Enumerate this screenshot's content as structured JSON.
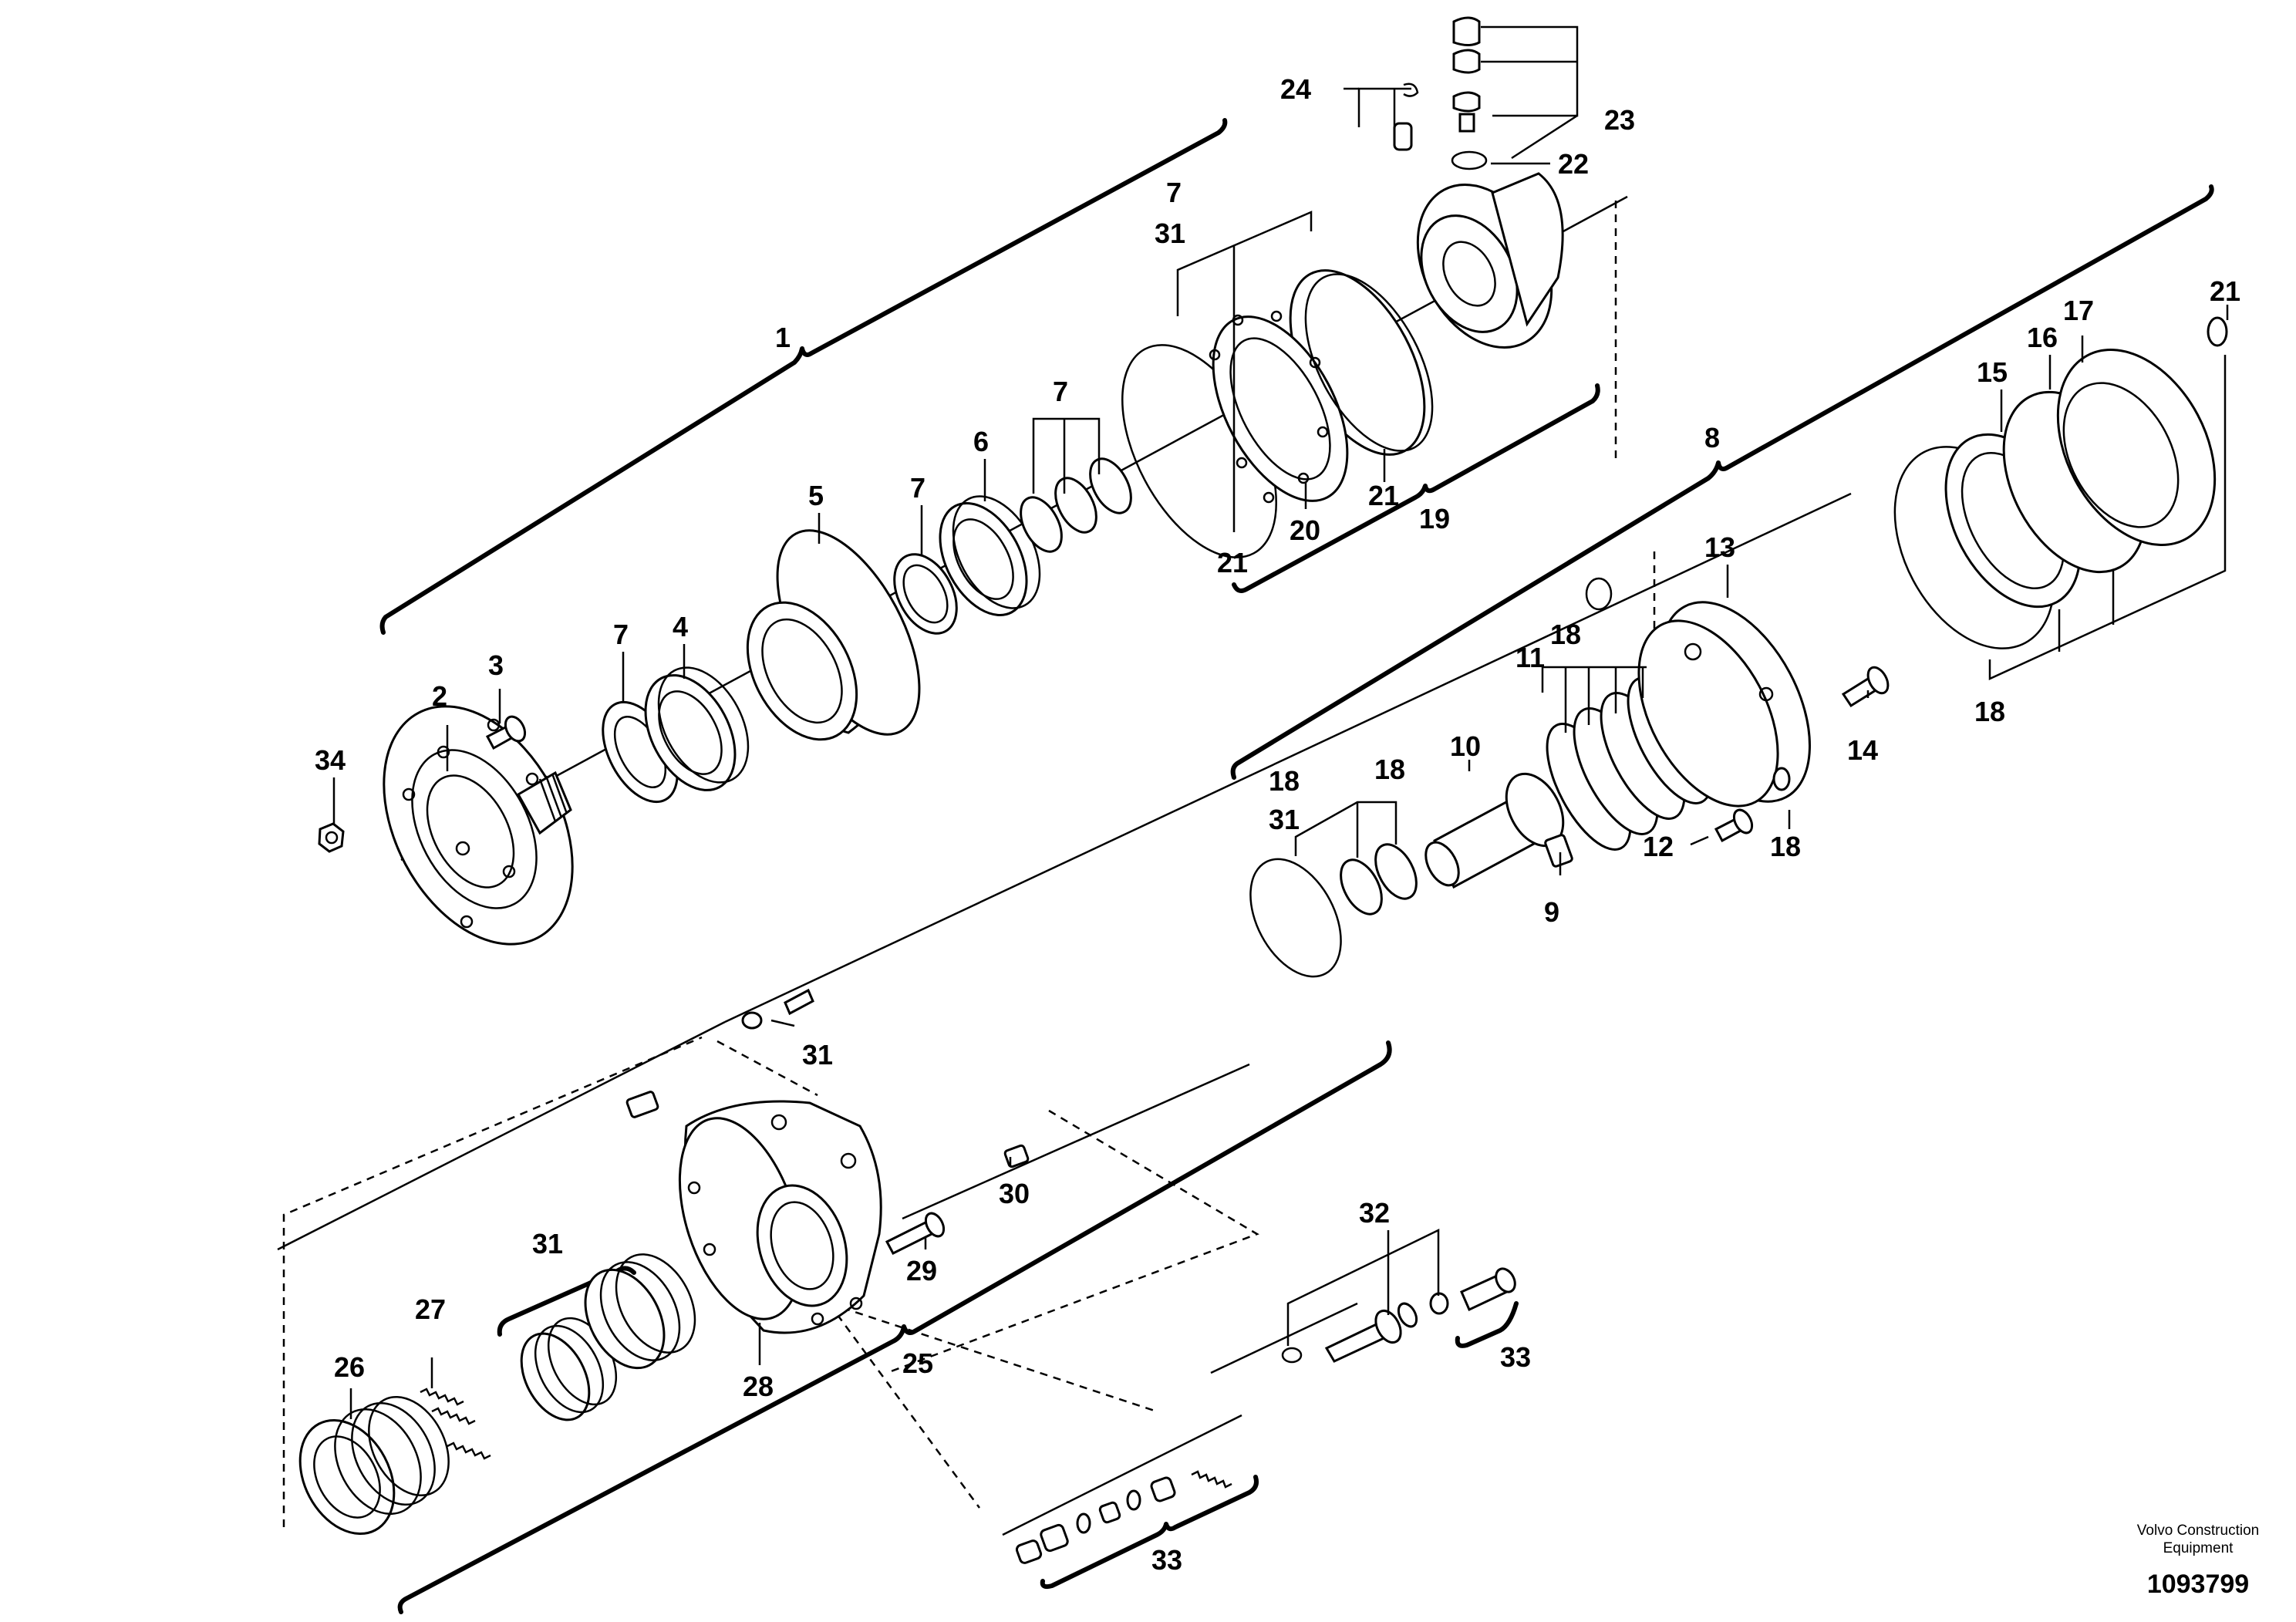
{
  "callouts": {
    "c1": "1",
    "c2": "2",
    "c3": "3",
    "c4": "4",
    "c5": "5",
    "c6": "6",
    "c7a": "7",
    "c7b": "7",
    "c7c": "7",
    "c7d": "7",
    "c31a": "31",
    "c31b": "31",
    "c31c": "31",
    "c31d": "31",
    "c8": "8",
    "c9": "9",
    "c10": "10",
    "c11": "11",
    "c12": "12",
    "c13": "13",
    "c14": "14",
    "c15": "15",
    "c16": "16",
    "c17": "17",
    "c18a": "18",
    "c18b": "18",
    "c18c": "18",
    "c18d": "18",
    "c18e": "18",
    "c19": "19",
    "c20": "20",
    "c21a": "21",
    "c21b": "21",
    "c21c": "21",
    "c22": "22",
    "c23": "23",
    "c24": "24",
    "c25": "25",
    "c26": "26",
    "c27": "27",
    "c28": "28",
    "c29": "29",
    "c30": "30",
    "c32": "32",
    "c33a": "33",
    "c33b": "33",
    "c34": "34"
  },
  "footer": {
    "brand_line1": "Volvo Construction",
    "brand_line2": "Equipment",
    "doc_number": "1093799"
  }
}
